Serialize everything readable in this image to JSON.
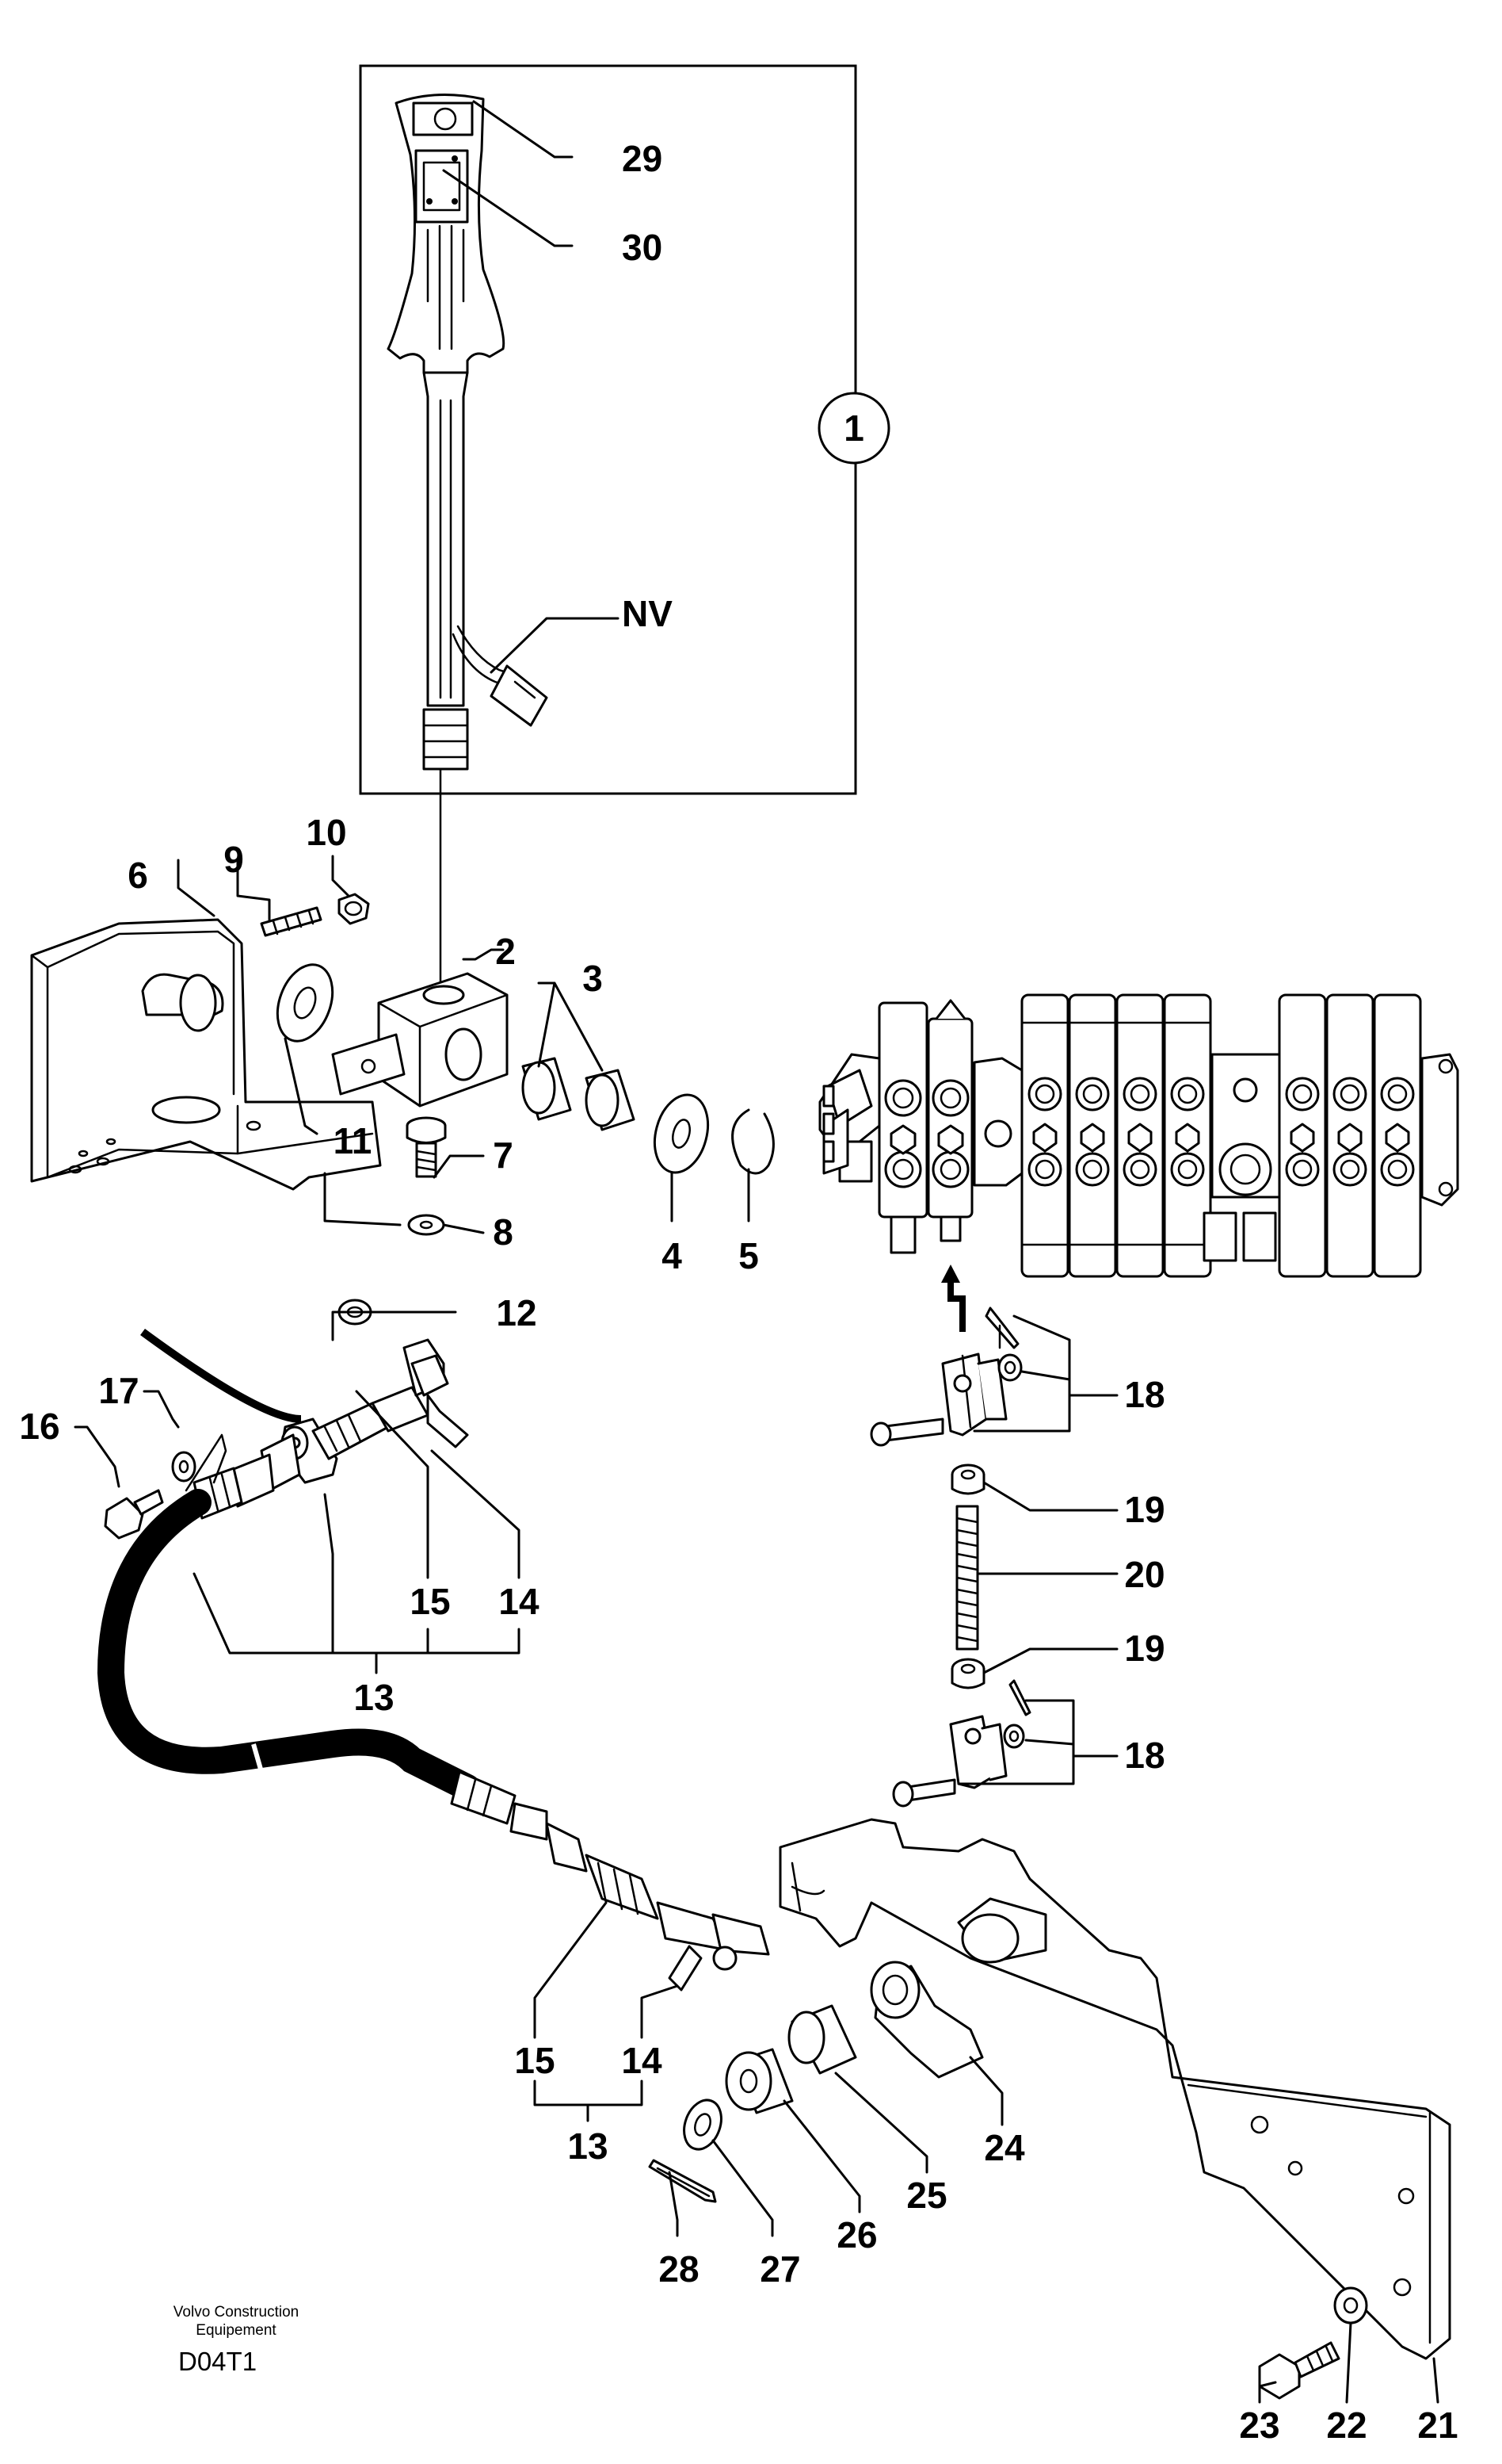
{
  "diagram": {
    "callouts": {
      "c29": "29",
      "c30": "30",
      "c1": "1",
      "cNV": "NV",
      "c10": "10",
      "c9": "9",
      "c6": "6",
      "c2": "2",
      "c3": "3",
      "c11": "11",
      "c7": "7",
      "c8": "8",
      "c4": "4",
      "c5": "5",
      "c12": "12",
      "c17": "17",
      "c16": "16",
      "c15a": "15",
      "c14a": "14",
      "c13a": "13",
      "c18a": "18",
      "c19a": "19",
      "c20": "20",
      "c19b": "19",
      "c18b": "18",
      "c15b": "15",
      "c14b": "14",
      "c13b": "13",
      "c24": "24",
      "c25": "25",
      "c26": "26",
      "c27": "27",
      "c28": "28",
      "c23": "23",
      "c22": "22",
      "c21": "21"
    },
    "footer": {
      "brand_line1": "Volvo Construction",
      "brand_line2": "Equipement",
      "drawing_code": "D04T1"
    }
  }
}
